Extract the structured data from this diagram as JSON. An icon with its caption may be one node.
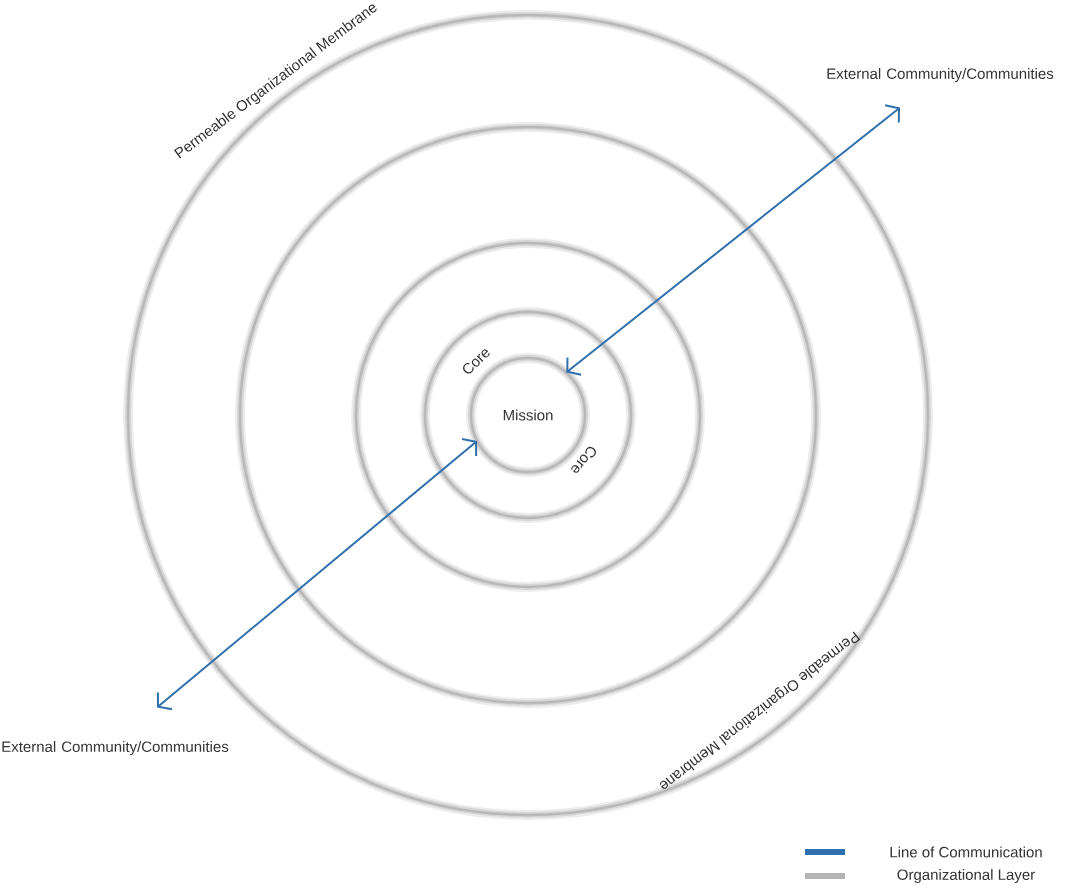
{
  "diagram": {
    "nodes": [
      {
        "text": [
          "Mission"
        ]
      },
      {
        "text": [
          "External Community/Communities"
        ]
      },
      {
        "text": [
          "External Community/Communities"
        ]
      }
    ],
    "edges": [
      {
        "from": 1,
        "to": 0,
        "arrow": "both"
      },
      {
        "from": 2,
        "to": 0,
        "arrow": "both"
      }
    ],
    "labels": [
      "Permeable Organizational Membrane",
      "Core",
      "Core",
      "Permeable Organizational Membrane"
    ],
    "legend": [
      {
        "text": "Line of Communication",
        "color": "#2e6fad"
      },
      {
        "text": "Organizational Layer",
        "color": "#b4b4b4"
      }
    ]
  }
}
